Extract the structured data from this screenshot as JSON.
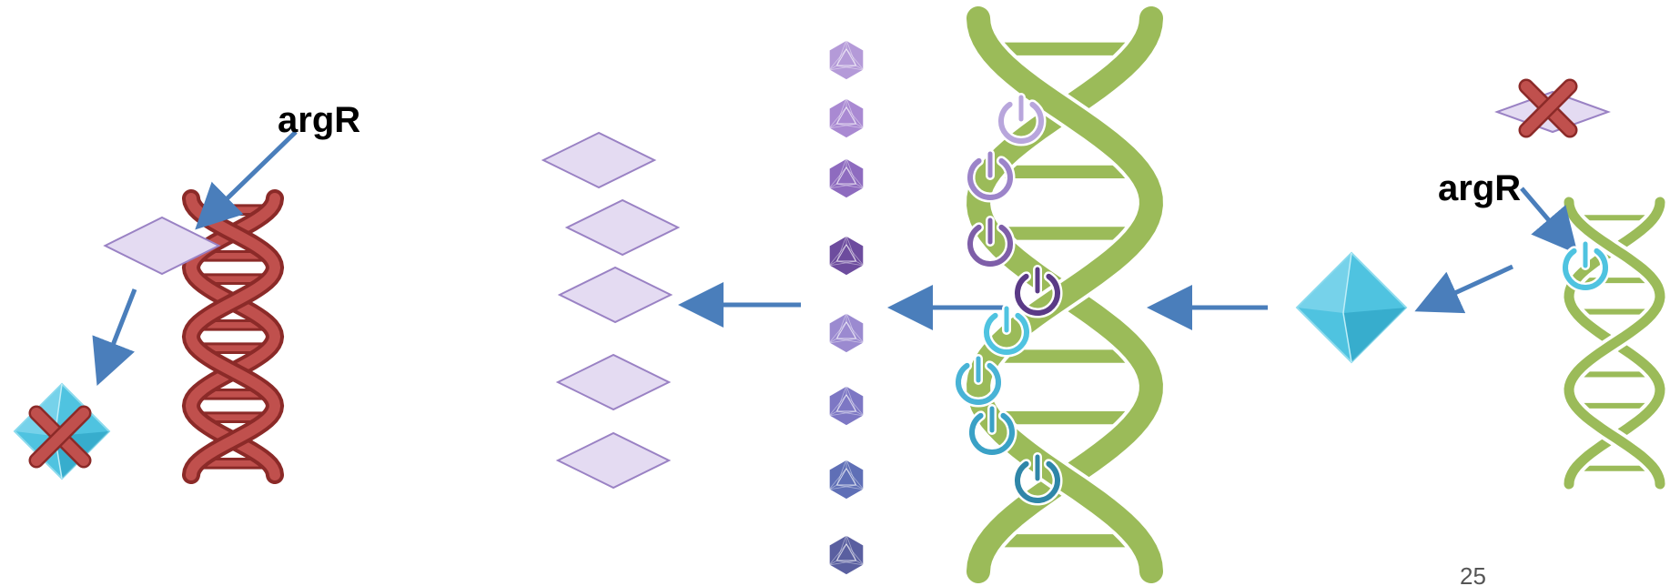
{
  "labels": {
    "gene_left": "argR",
    "gene_right": "argR"
  },
  "page_number": "25",
  "colors": {
    "dna_repressed": "#c0504d",
    "dna_repressed_dark": "#8b2a28",
    "dna_active": "#9bbb59",
    "dna_active_outline": "#ffffff",
    "arrow": "#4a7ebb",
    "diamond_fill": "#e4dbf2",
    "diamond_stroke": "#9a82c4",
    "octahedron": "#4fc3e0",
    "octahedron_dark": "#2ea4c4",
    "cross": "#c0504d",
    "icosa_colors": [
      "#b49ad8",
      "#a989d2",
      "#8e6bbf",
      "#6d4c9e",
      "#9b8ad0",
      "#7d77c4",
      "#5f6fb6",
      "#5a5fa0"
    ],
    "power_colors": [
      "#b8a6dc",
      "#9c84c9",
      "#7e5ea8",
      "#5a3a86",
      "#4fc3e0",
      "#48b3d6",
      "#3aa1c6",
      "#2f86a8"
    ]
  },
  "icons": {
    "dna": "dna-helix-icon",
    "diamond": "purple-diamond-icon",
    "octahedron": "blue-octahedron-icon",
    "icosahedron": "icosahedron-icon",
    "power": "power-switch-icon",
    "cross": "red-x-icon",
    "arrow": "blue-arrow-icon"
  }
}
